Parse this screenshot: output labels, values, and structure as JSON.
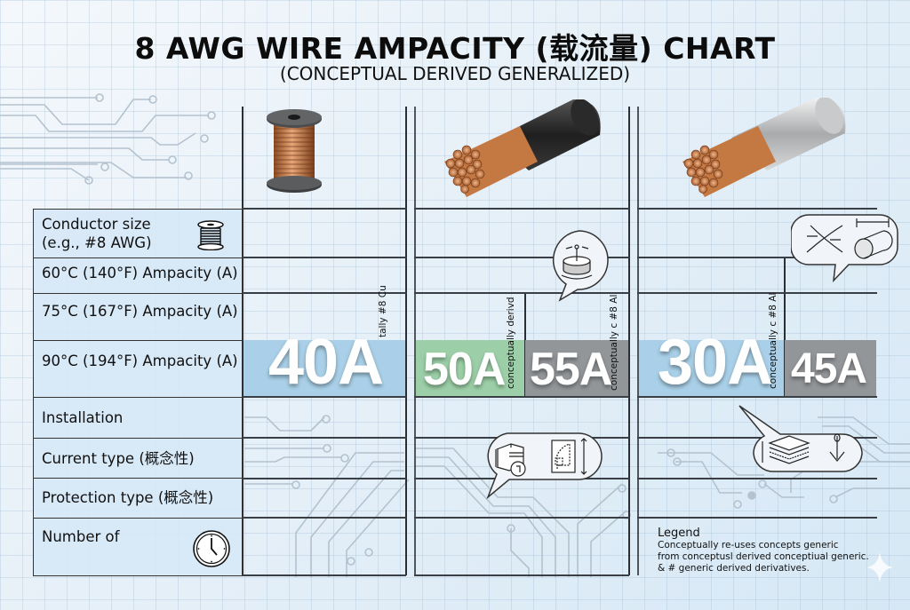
{
  "header": {
    "title": "8 AWG WIRE AMPACITY (载流量) CHART",
    "subtitle": "(CONCEPTUAL DERIVED GENERALIZED)"
  },
  "row_labels": [
    {
      "line1": "Conductor size",
      "line2": "(e.g., #8 AWG)",
      "icon": "wire-spool-icon"
    },
    {
      "line1": "60°C (140°F) Ampacity (A)"
    },
    {
      "line1": "75°C (167°F) Ampacity (A)"
    },
    {
      "line1": "90°C (194°F) Ampacity (A)"
    },
    {
      "line1": "Installation"
    },
    {
      "line1": "Current type (概念性)"
    },
    {
      "line1": "Protection type (概念性)"
    },
    {
      "line1": "Number of",
      "icon": "clock-icon"
    }
  ],
  "columns": [
    {
      "image": "copper-wire-spool",
      "cells": [
        {
          "value": "40A",
          "note": "tally #8 Cu",
          "color": "#a9d0e8"
        }
      ]
    },
    {
      "image": "copper-stranded-cable-black-jacket",
      "cells": [
        {
          "value": "50A",
          "note": "conceptually derivd",
          "color": "#9ccfa7"
        },
        {
          "value": "55A",
          "note": "conceptually c #8 Al",
          "color": "#939699"
        }
      ]
    },
    {
      "image": "copper-stranded-cable-silver-jacket",
      "cells": [
        {
          "value": "30A",
          "note": "conceptually c #8 Al",
          "color": "#a9d0e8"
        },
        {
          "value": "45A",
          "note": "",
          "color": "#939699"
        }
      ]
    }
  ],
  "callouts": [
    {
      "name": "rotation-cylinder-callout",
      "icons": [
        "cylinder-rotation-icon"
      ]
    },
    {
      "name": "bend-diameter-callout",
      "icons": [
        "bent-cable-icon",
        "strand-diameter-icon"
      ]
    },
    {
      "name": "device-enclosure-callout",
      "icons": [
        "device-box-icon",
        "enclosure-height-icon"
      ]
    },
    {
      "name": "layers-callout",
      "icons": [
        "layered-stack-icon",
        "anchor-arrow-icon"
      ]
    }
  ],
  "legend": {
    "title": "Legend",
    "lines": [
      "Conceptually re-uses concepts generic",
      "from conceptusl derived conceptiual generic.",
      "& # generic derived derivatives."
    ]
  },
  "chart_data": {
    "type": "table",
    "title": "8 AWG WIRE AMPACITY (载流量) CHART",
    "subtitle": "(CONCEPTUAL DERIVED GENERALIZED)",
    "row_headers": [
      "Conductor size (e.g., #8 AWG)",
      "60°C (140°F) Ampacity (A)",
      "75°C (167°F) Ampacity (A)",
      "90°C (194°F) Ampacity (A)",
      "Installation",
      "Current type (概念性)",
      "Protection type (概念性)",
      "Number of"
    ],
    "columns": [
      "Copper spool",
      "Copper cable (black jacket)",
      "Copper cable (silver jacket)"
    ],
    "values": {
      "90°C (194°F) Ampacity (A)": [
        [
          "40A"
        ],
        [
          "50A",
          "55A"
        ],
        [
          "30A",
          "45A"
        ]
      ]
    },
    "annotations": [
      "tally #8 Cu",
      "conceptually derivd",
      "conceptually c #8 Al",
      "conceptually c #8 Al"
    ],
    "legend": [
      "Conceptually re-uses concepts generic",
      "from conceptusl derived conceptiual generic.",
      "& # generic derived derivatives."
    ]
  }
}
